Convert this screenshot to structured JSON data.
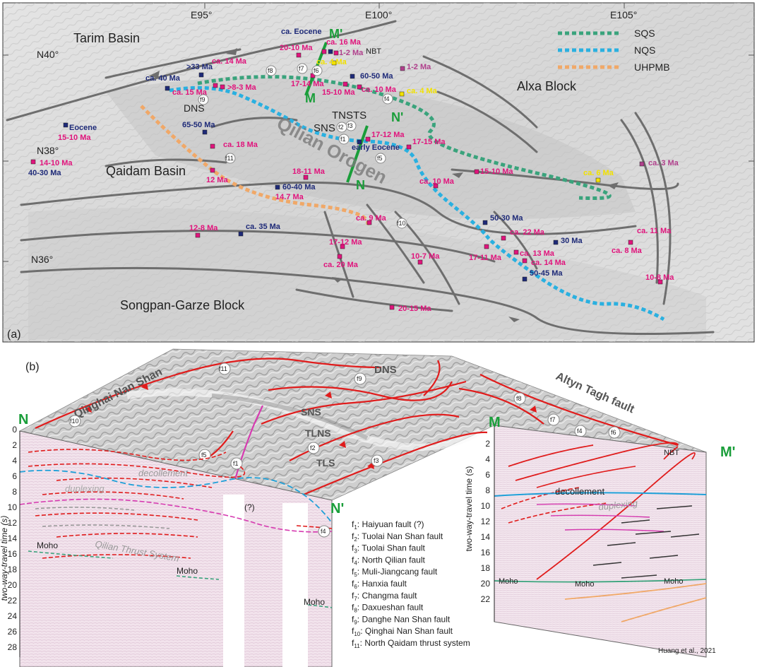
{
  "panel_a": {
    "label": "(a)",
    "lon_labels": [
      "E95°",
      "E100°",
      "E105°"
    ],
    "lat_labels": [
      "N40°",
      "N38°",
      "N36°"
    ],
    "regions": {
      "tarim": "Tarim Basin",
      "alxa": "Alxa Block",
      "qaidam": "Qaidam Basin",
      "songpan": "Songpan-Garze Block",
      "qilian": "Qilian Orogen"
    },
    "abbrevs": {
      "dns": "DNS",
      "tns": "TNS",
      "ts": "TS",
      "sns": "SNS",
      "nbt": "NBT"
    },
    "profile_labels": {
      "m": "M",
      "m_prime": "M'",
      "n": "N",
      "n_prime": "N'"
    },
    "legend": [
      {
        "label": "SQS",
        "color": "#3aa37c"
      },
      {
        "label": "NQS",
        "color": "#2ab0e0"
      },
      {
        "label": "UHPMB",
        "color": "#f0a868"
      }
    ],
    "ages": {
      "a1": "ca. Eocene",
      "a2": "20-10 Ma",
      "a3": "ca. 16 Ma",
      "a4": "1-2 Ma",
      "a5": "ca. 14 Ma",
      "a6": "1-2 Ma",
      "a7": "ca. 4 Ma",
      "a8": ">33 Ma",
      "a9": "ca. 40 Ma",
      "a10": "60-50 Ma",
      "a11": "17-14 Ma",
      "a12": "ca. 15 Ma",
      "a13": ">8-3 Ma",
      "a14": "15-10 Ma",
      "a15": "ca. 10 Ma",
      "a16": "ca. 4 Ma",
      "a17": "Eocene",
      "a18": "15-10 Ma",
      "a19": "65-50 Ma",
      "a20": "ca. 18 Ma",
      "a21": "17-12 Ma",
      "a22": "17-15 Ma",
      "a23": "14-10 Ma",
      "a24": "40-30 Ma",
      "a25": "early Eocene",
      "a26": "15-10 Ma",
      "a27": "ca. 6 Ma",
      "a28": "ca. 3 Ma",
      "a29": "18-11 Ma",
      "a30": "ca. 10 Ma",
      "a31": "12 Ma",
      "a32": "60-40 Ma",
      "a33": "14.7 Ma",
      "a34": "ca. 9 Ma",
      "a35": "12-8 Ma",
      "a36": "ca. 35 Ma",
      "a37": "50-30 Ma",
      "a38": "ca. 22 Ma",
      "a39": "30 Ma",
      "a40": "ca. 11 Ma",
      "a41": "17-12 Ma",
      "a42": "ca. 20 Ma",
      "a43": "10-7 Ma",
      "a44": "17-11 Ma",
      "a45": "ca. 13 Ma",
      "a46": "ca. 14 Ma",
      "a47": "ca. 8 Ma",
      "a48": "50-45 Ma",
      "a49": "10-8 Ma",
      "a50": "20-15 Ma"
    },
    "faults": {
      "f1": "f1",
      "f2": "f2",
      "f3": "f3",
      "f4": "f4",
      "f5": "f5",
      "f6": "f6",
      "f7": "f7",
      "f8": "f8",
      "f9": "f9",
      "f10": "f10",
      "f11": "f11"
    }
  },
  "panel_b": {
    "label": "(b)",
    "terrain_labels": {
      "qns": "Qinghai Nan Shan",
      "dns": "DNS",
      "sns": "SNS",
      "tlns": "TLNS",
      "tls": "TLS",
      "altyn": "Altyn Tagh fault"
    },
    "left_section": {
      "n": "N",
      "n_prime": "N'",
      "axis_label": "two-way-travel time (s)",
      "ticks": [
        "0",
        "2",
        "4",
        "6",
        "8",
        "10",
        "12",
        "14",
        "16",
        "18",
        "20",
        "22",
        "24",
        "26",
        "28"
      ],
      "decollement": "decollement",
      "duplexing": "duplexing",
      "thrust_system": "Qilian Thrust System",
      "moho1": "Moho",
      "moho2": "Moho",
      "moho3": "Moho",
      "query": "(?)"
    },
    "right_section": {
      "m": "M",
      "m_prime": "M'",
      "axis_label": "two-way-travel time (s)",
      "ticks": [
        "2",
        "4",
        "6",
        "8",
        "10",
        "12",
        "14",
        "16",
        "18",
        "20",
        "22"
      ],
      "nbt": "NBT",
      "decollement": "decollement",
      "duplexing": "duplexing",
      "moho1": "Moho",
      "moho2": "Moho",
      "moho3": "Moho",
      "credit": "Huang et al., 2021"
    },
    "fault_legend": [
      {
        "sym": "f",
        "sub": "1",
        "text": ": Haiyuan fault (?)"
      },
      {
        "sym": "f",
        "sub": "2",
        "text": ": Tuolai Nan Shan fault"
      },
      {
        "sym": "f",
        "sub": "3",
        "text": ": Tuolai Shan fault"
      },
      {
        "sym": "f",
        "sub": "4",
        "text": ": North Qilian fault"
      },
      {
        "sym": "f",
        "sub": "5",
        "text": ": Muli-Jiangcang fault"
      },
      {
        "sym": "f",
        "sub": "6",
        "text": ": Hanxia fault"
      },
      {
        "sym": "f",
        "sub": "7",
        "text": ": Changma fault"
      },
      {
        "sym": "f",
        "sub": "8",
        "text": ": Daxueshan fault"
      },
      {
        "sym": "f",
        "sub": "9",
        "text": ": Danghe Nan Shan fault"
      },
      {
        "sym": "f",
        "sub": "10",
        "text": ": Qinghai Nan Shan fault"
      },
      {
        "sym": "f",
        "sub": "11",
        "text": ": North Qaidam thrust system"
      }
    ],
    "terrain_faults": {
      "t1": "f1",
      "t2": "f2",
      "t3": "f3",
      "t4": "f4",
      "t5": "f5",
      "t6": "f6",
      "t7": "f7",
      "t8": "f8",
      "t9": "f9",
      "t10": "f10",
      "t11": "f11",
      "t4b": "f4"
    }
  },
  "colors": {
    "magenta": "#e0147c",
    "navy": "#1e2a78",
    "yellow": "#f2e200",
    "green": "#1a9e3a",
    "fault_grey": "#6e6e6e",
    "seis_red": "#e01c1c",
    "seis_blue": "#1fa0d8",
    "seis_magenta": "#d63ab0",
    "moho_green": "#3aa37c",
    "moho_orange": "#f0a868"
  }
}
